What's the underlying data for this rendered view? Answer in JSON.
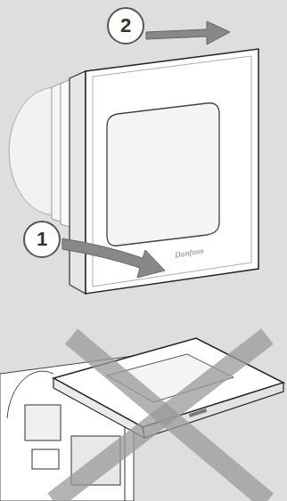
{
  "diagram": {
    "nodes": [
      {
        "text": [
          "2"
        ]
      },
      {
        "text": [
          "1"
        ]
      }
    ],
    "labels": [
      "Danfoss"
    ]
  }
}
